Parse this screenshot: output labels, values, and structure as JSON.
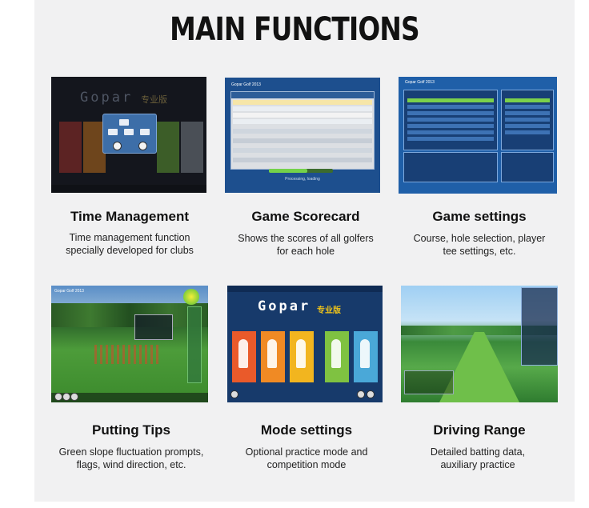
{
  "title": "MAIN FUNCTIONS",
  "features": [
    {
      "title": "Time Management",
      "desc_lines": [
        "Time management function",
        "specially developed for clubs"
      ],
      "screenshot": {
        "logo": "Gopar",
        "badge": "专业版",
        "bar_colors": [
          "#7a2a2a",
          "#7a4b1e",
          "#6d5a1f",
          "#3d5e2a",
          "#6b6b25",
          "#4a4f56"
        ]
      }
    },
    {
      "title": "Game Scorecard",
      "desc_lines": [
        "Shows the scores of all golfers",
        "for each hole"
      ],
      "screenshot": {
        "header": "Gopar Golf 2013",
        "status": "Processing, loading"
      }
    },
    {
      "title": "Game settings",
      "desc_lines": [
        "Course, hole selection, player",
        "tee settings, etc."
      ],
      "screenshot": {
        "header": "Gopar Golf 2013"
      }
    },
    {
      "title": "Putting Tips",
      "desc_lines": [
        "Green slope fluctuation prompts,",
        "flags, wind direction, etc."
      ],
      "screenshot": {
        "header": "Gopar Golf 2013"
      }
    },
    {
      "title": "Mode settings",
      "desc_lines": [
        "Optional practice mode and",
        "competition mode"
      ],
      "screenshot": {
        "logo": "Gopar",
        "badge": "专业版",
        "tile_colors": [
          "#ea5a2a",
          "#f08a24",
          "#f2b51f",
          "#7fc241",
          "#4aa8d8"
        ]
      }
    },
    {
      "title": "Driving Range",
      "desc_lines": [
        "Detailed batting data,",
        "auxiliary practice"
      ],
      "screenshot": {}
    }
  ]
}
